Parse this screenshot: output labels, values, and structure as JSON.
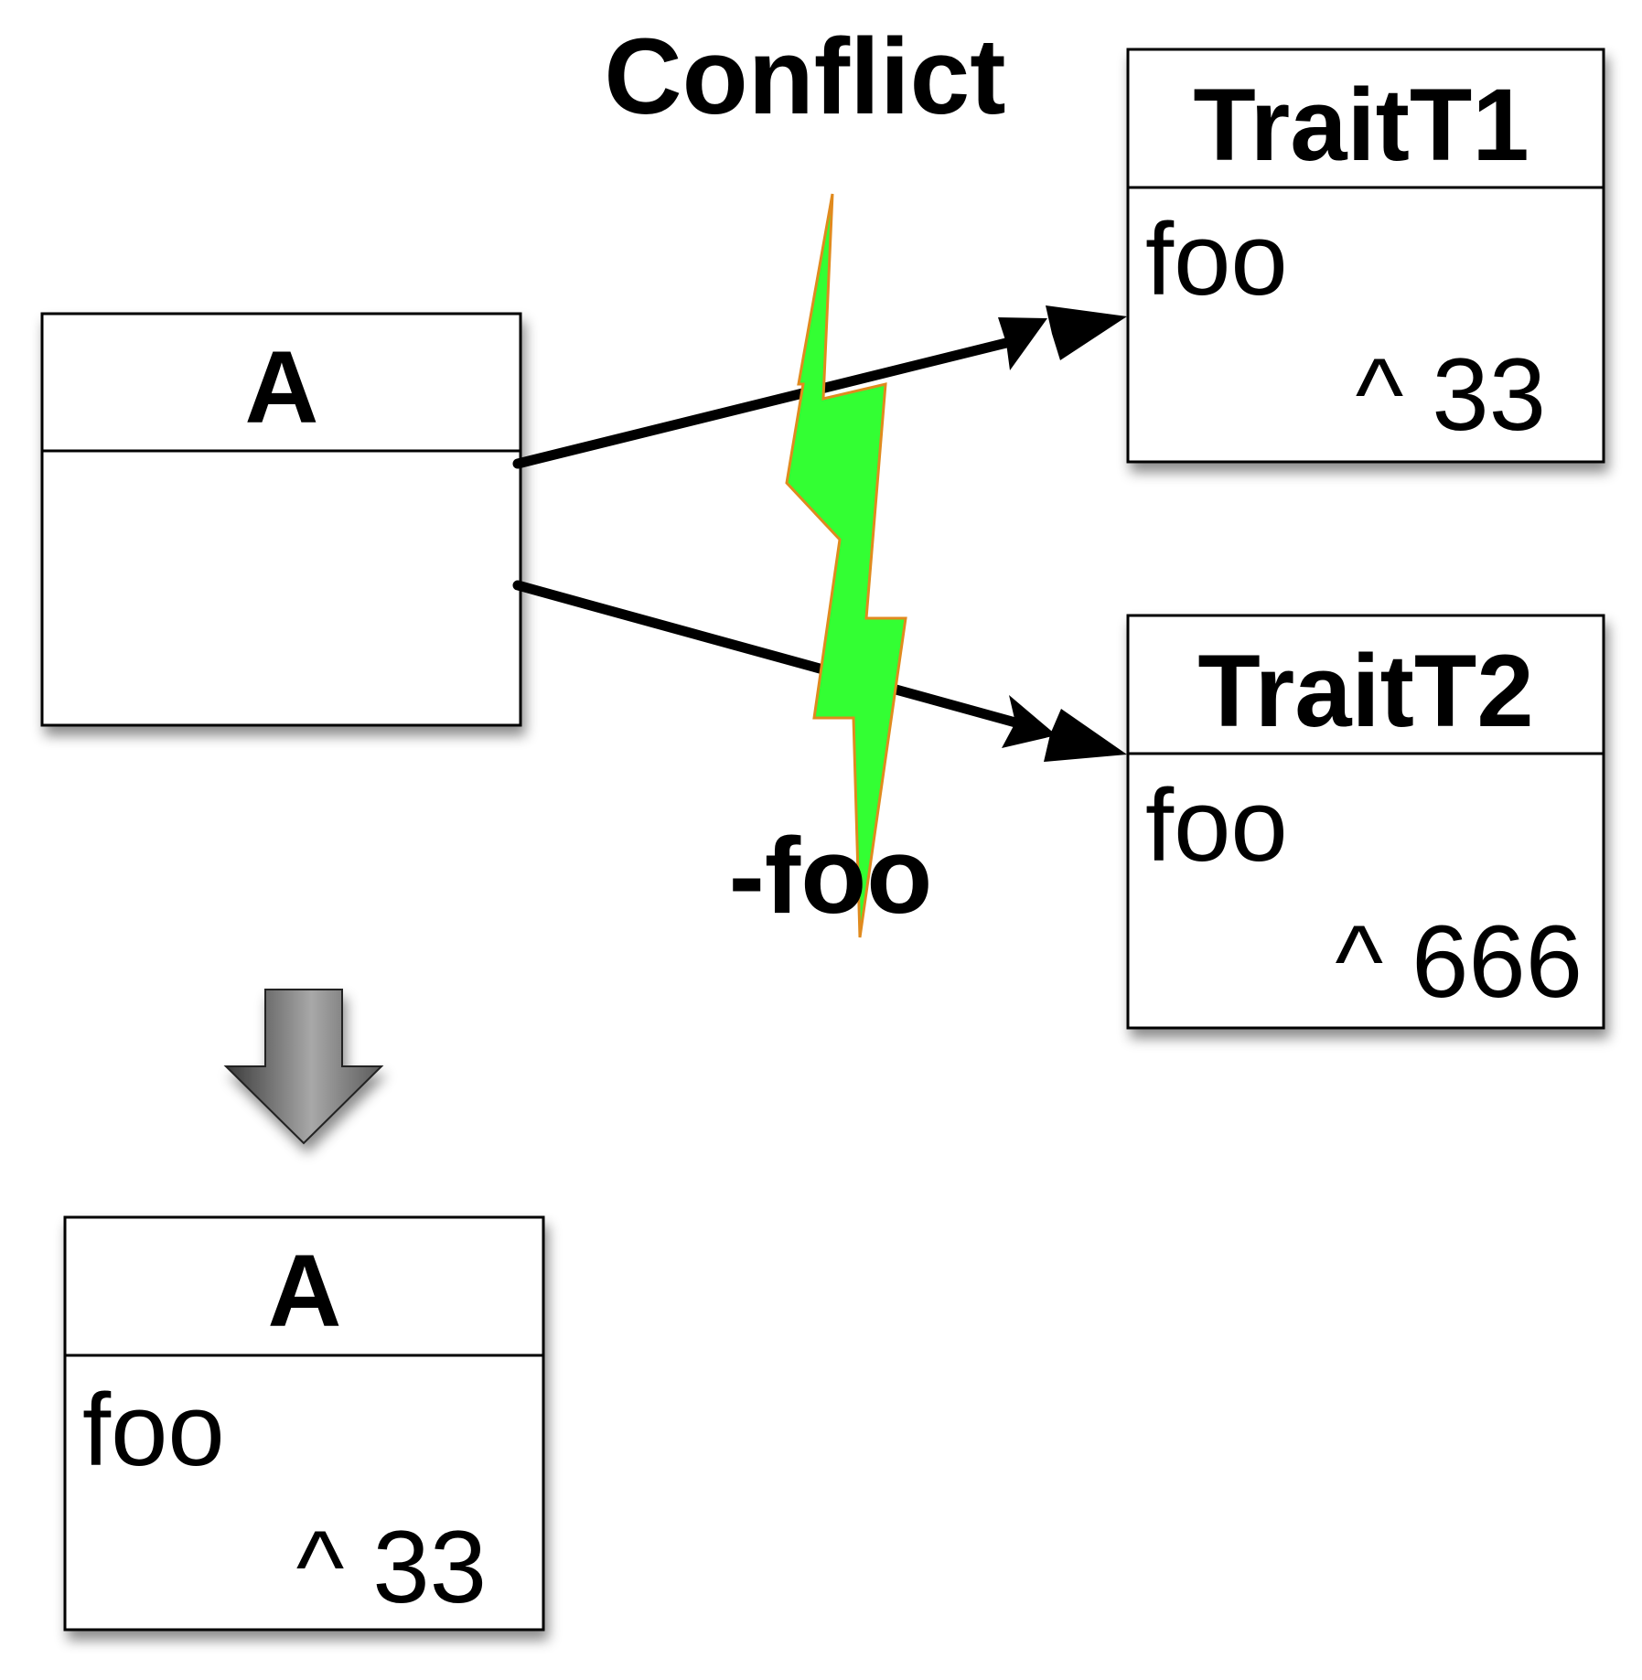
{
  "title": "Conflict",
  "exclusion_label": "-foo",
  "colors": {
    "lightning_fill": "#33ff33",
    "lightning_stroke": "#e08a1e",
    "line": "#000000"
  },
  "class_a": {
    "name": "A"
  },
  "trait_t1": {
    "name": "TraitT1",
    "method": "foo",
    "body": "^ 33"
  },
  "trait_t2": {
    "name": "TraitT2",
    "method": "foo",
    "body": "^ 666"
  },
  "result_a": {
    "name": "A",
    "method": "foo",
    "body": "^ 33"
  },
  "result_arrow": {
    "icon": "down-arrow-icon"
  }
}
